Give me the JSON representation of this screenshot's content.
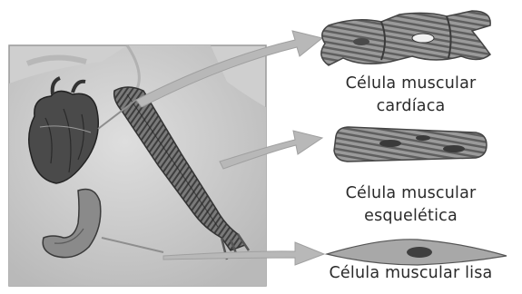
{
  "captions": {
    "cardiac_line1": "Célula muscular",
    "cardiac_line2": "cardíaca",
    "skeletal_line1": "Célula muscular",
    "skeletal_line2": "esquelética",
    "smooth": "Célula muscular lisa"
  },
  "icons": [
    "torso-figure",
    "heart-icon",
    "arm-muscle-icon",
    "stomach-icon",
    "cardiac-cell-icon",
    "skeletal-cell-icon",
    "smooth-cell-icon",
    "arrow-icon"
  ]
}
